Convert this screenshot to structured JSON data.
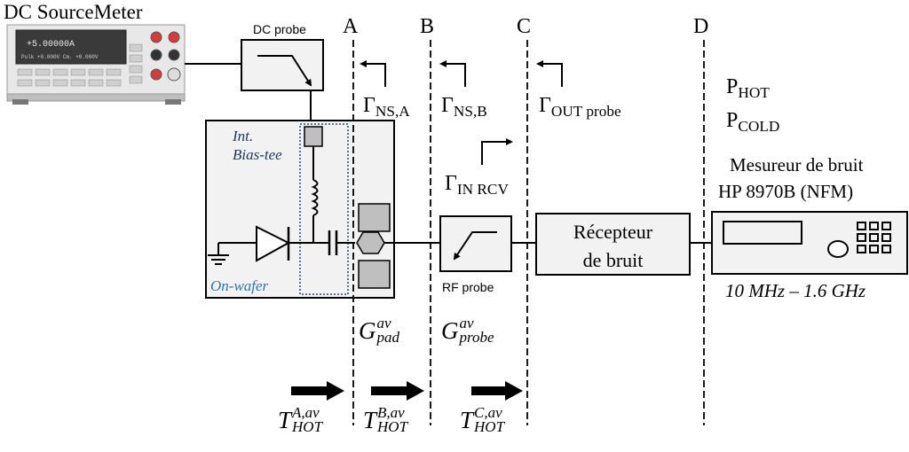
{
  "instrument": {
    "label": "DC SourceMeter",
    "display_main": "+5.00000A",
    "display_sub": "Pulk +0.000V  Cm. +0.000V"
  },
  "dc_probe": {
    "label": "DC probe"
  },
  "bias_tee": {
    "line1": "Int.",
    "line2": "Bias-tee"
  },
  "on_wafer": {
    "label": "On-wafer"
  },
  "rf_probe": {
    "label": "RF probe"
  },
  "planes": [
    "A",
    "B",
    "C",
    "D"
  ],
  "reflection": {
    "symbol": "Γ",
    "ns_a_sub": "NS,A",
    "ns_b_sub": "NS,B",
    "out_probe_sub": "OUT probe",
    "in_rcv_sub": "IN RCV"
  },
  "power": {
    "hot_base": "P",
    "hot_sub": "HOT",
    "cold_base": "P",
    "cold_sub": "COLD"
  },
  "receiver": {
    "line1": "Récepteur",
    "line2": "de bruit"
  },
  "nfm": {
    "line1": "Mesureur de bruit",
    "line2": "HP 8970B (NFM)",
    "range": "10 MHz – 1.6 GHz"
  },
  "gains": {
    "pad": {
      "base": "G",
      "sup": "av",
      "sub": "pad"
    },
    "probe": {
      "base": "G",
      "sup": "av",
      "sub": "probe"
    }
  },
  "temperatures": {
    "a": {
      "base": "T",
      "sup": "A,av",
      "sub": "HOT"
    },
    "b": {
      "base": "T",
      "sup": "B,av",
      "sub": "HOT"
    },
    "c": {
      "base": "T",
      "sup": "C,av",
      "sub": "HOT"
    }
  },
  "colors": {
    "box_fill": "#f2f2f2",
    "pad_fill": "#bfbfbf",
    "navy_text": "#1f3864",
    "blue_text": "#2e75b6",
    "dotted_outline": "#1f4e79"
  }
}
